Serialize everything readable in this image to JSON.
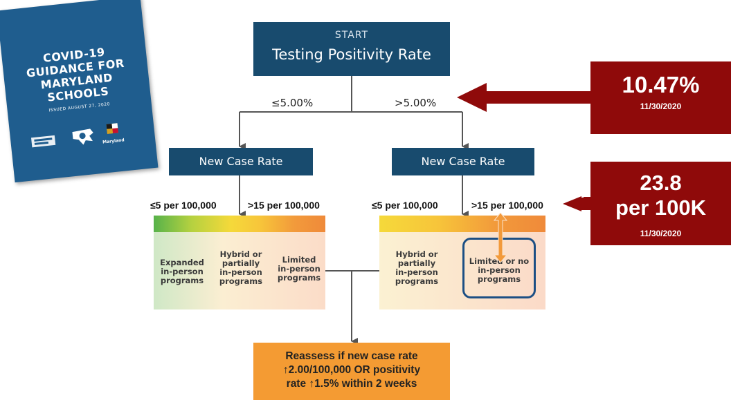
{
  "cover": {
    "title": "COVID-19\nGUIDANCE FOR\nMARYLAND\nSCHOOLS",
    "issued": "ISSUED AUGUST 27, 2020",
    "logo_text": "Maryland"
  },
  "start": {
    "label": "START",
    "title": "Testing Positivity Rate"
  },
  "branches": {
    "left": "≤5.00%",
    "right": ">5.00%"
  },
  "new_case_rate": {
    "left": "New Case Rate",
    "right": "New Case Rate"
  },
  "rates": {
    "left_low": "≤5 per 100,000",
    "left_high": ">15 per 100,000",
    "right_low": "≤5 per 100,000",
    "right_high": ">15 per 100,000"
  },
  "left_options": [
    "Expanded\nin-person\nprograms",
    "Hybrid or\npartially\nin-person\nprograms",
    "Limited\nin-person\nprograms"
  ],
  "right_options": [
    "Hybrid or\npartially\nin-person\nprograms",
    "Limited or no\nin-person\nprograms"
  ],
  "reassess": "Reassess if new case rate\n↑2.00/100,000 OR positivity\nrate ↑1.5% within 2 weeks",
  "callouts": {
    "positivity": {
      "value": "10.47%",
      "date": "11/30/2020"
    },
    "case_rate": {
      "value": "23.8\nper 100K",
      "date": "11/30/2020"
    }
  },
  "colors": {
    "navy": "#184b6e",
    "callout_red": "#8f0a0a",
    "reassess_orange": "#f49b33",
    "highlight_blue": "#1c4f84",
    "indicator_arrow": "#f29a3b"
  }
}
